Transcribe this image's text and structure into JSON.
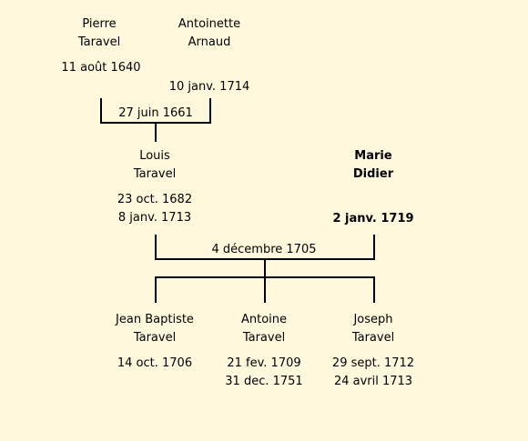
{
  "grandparents": {
    "father": {
      "first": "Pierre",
      "last": "Taravel",
      "birth": "11 août 1640"
    },
    "mother": {
      "first": "Antoinette",
      "last": "Arnaud",
      "death": "10 janv. 1714"
    },
    "marriage": "27 juin 1661"
  },
  "parents": {
    "father": {
      "first": "Louis",
      "last": "Taravel",
      "birth": "23 oct. 1682",
      "death": "8 janv. 1713"
    },
    "mother": {
      "first": "Marie",
      "last": "Didier",
      "death": "2 janv. 1719"
    },
    "marriage": "4 décembre 1705"
  },
  "children": [
    {
      "first": "Jean Baptiste",
      "last": "Taravel",
      "birth": "14 oct. 1706",
      "death": ""
    },
    {
      "first": "Antoine",
      "last": "Taravel",
      "birth": "21 fev. 1709",
      "death": "31 dec. 1751"
    },
    {
      "first": "Joseph",
      "last": "Taravel",
      "birth": "29 sept. 1712",
      "death": "24 avril 1713"
    }
  ]
}
